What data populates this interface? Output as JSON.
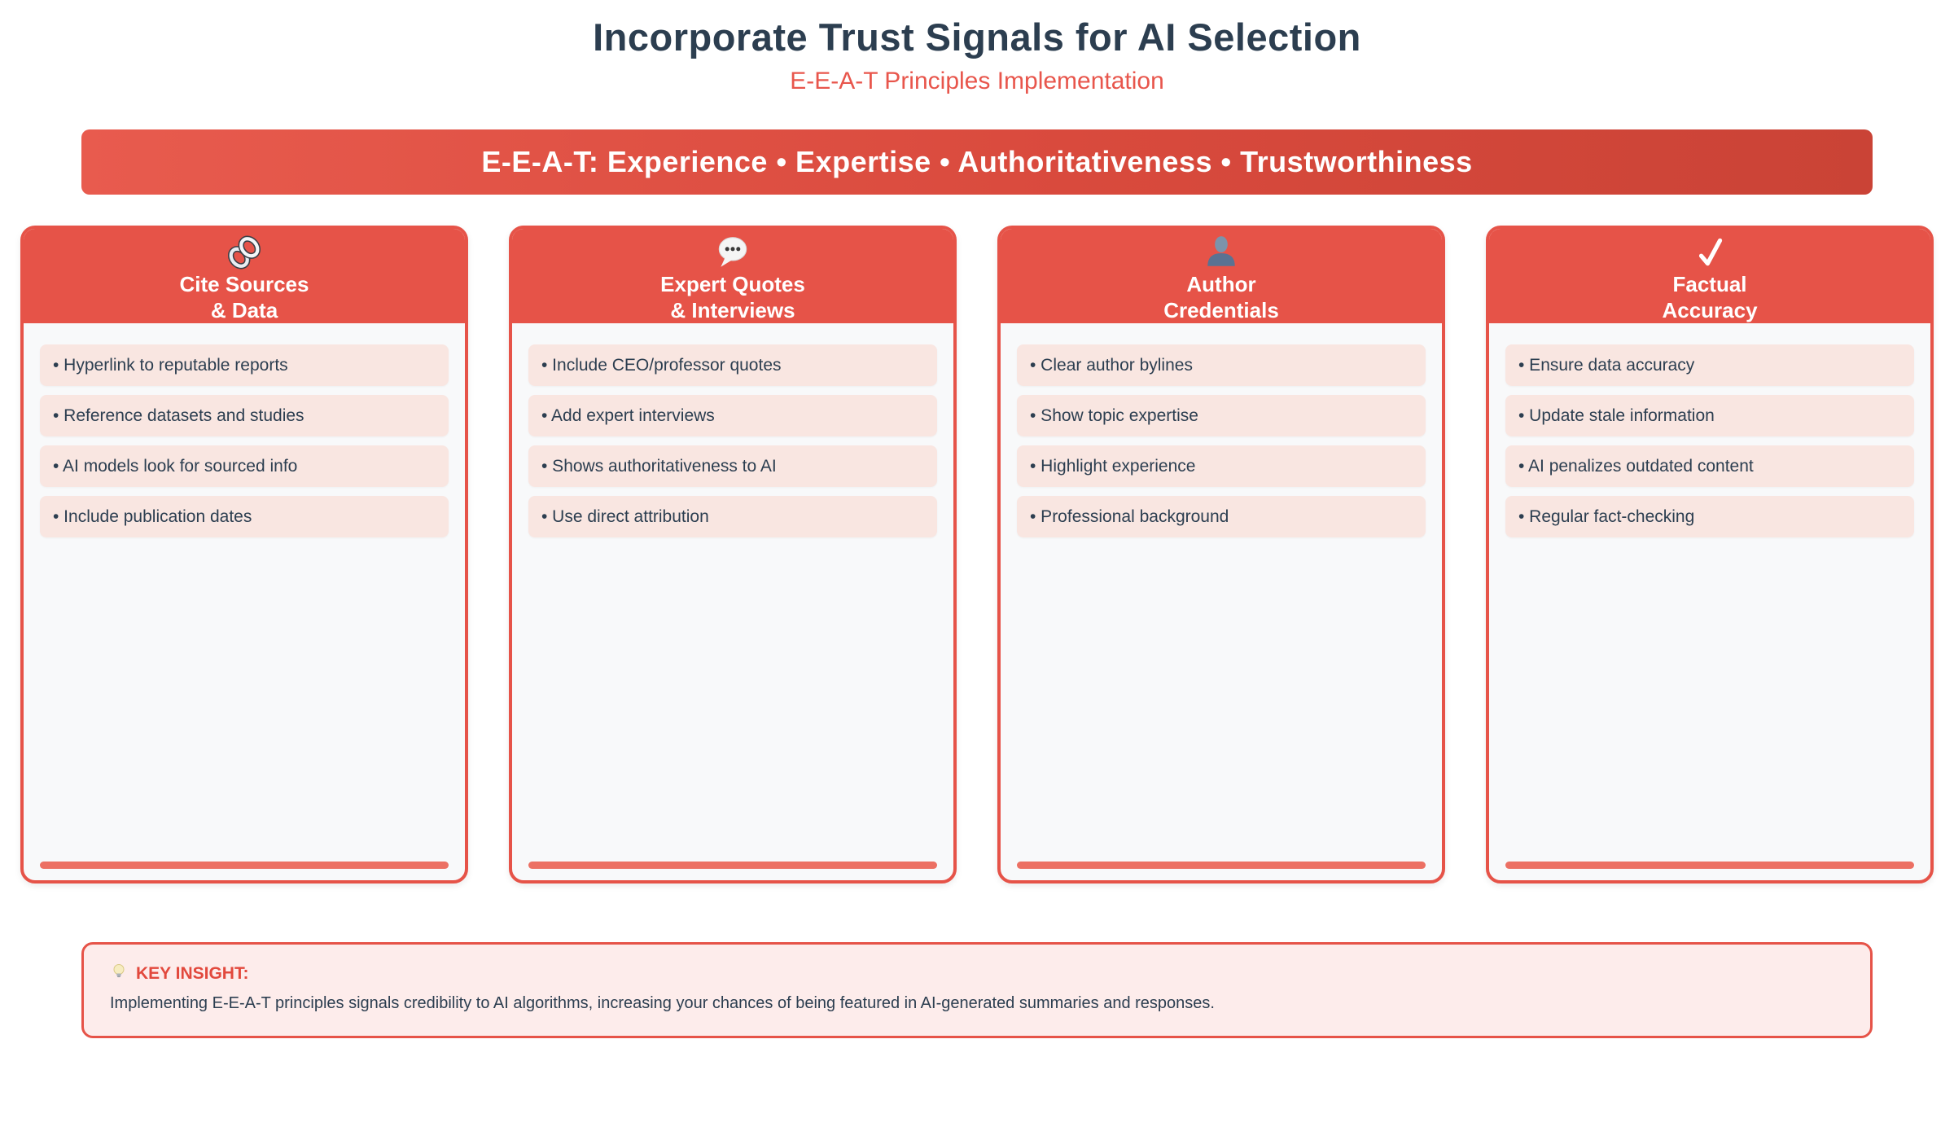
{
  "page": {
    "title": "Incorporate Trust Signals for AI Selection",
    "subtitle": "E-E-A-T Principles Implementation"
  },
  "banner": {
    "text": "E-E-A-T: Experience • Expertise • Authoritativeness • Trustworthiness"
  },
  "colors": {
    "accent_red": "#e65348",
    "banner_gradient_start": "#e85b4e",
    "banner_gradient_end": "#ca4336",
    "card_body_bg": "#f8f9fa",
    "item_bg": "#f9e6e1",
    "accent_bar": "#ec7063",
    "dark_text": "#2c3e50",
    "insight_bg": "#fdeceb",
    "subtitle_red": "#e8564c"
  },
  "cards": [
    {
      "icon": "link-icon",
      "title_line1": "Cite Sources",
      "title_line2": "& Data",
      "items": [
        "• Hyperlink to reputable reports",
        "• Reference datasets and studies",
        "• AI models look for sourced info",
        "• Include publication dates"
      ]
    },
    {
      "icon": "speech-bubble-icon",
      "title_line1": "Expert Quotes",
      "title_line2": "& Interviews",
      "items": [
        "• Include CEO/professor quotes",
        "• Add expert interviews",
        "• Shows authoritativeness to AI",
        "• Use direct attribution"
      ]
    },
    {
      "icon": "person-icon",
      "title_line1": "Author",
      "title_line2": "Credentials",
      "items": [
        "• Clear author bylines",
        "• Show topic expertise",
        "• Highlight experience",
        "• Professional background"
      ]
    },
    {
      "icon": "check-icon",
      "title_line1": "Factual",
      "title_line2": "Accuracy",
      "items": [
        "• Ensure data accuracy",
        "• Update stale information",
        "• AI penalizes outdated content",
        "• Regular fact-checking"
      ]
    }
  ],
  "insight": {
    "icon": "lightbulb-icon",
    "label": "KEY INSIGHT:",
    "text": "Implementing E-E-A-T principles signals credibility to AI algorithms, increasing your chances of being featured in AI-generated summaries and responses."
  }
}
